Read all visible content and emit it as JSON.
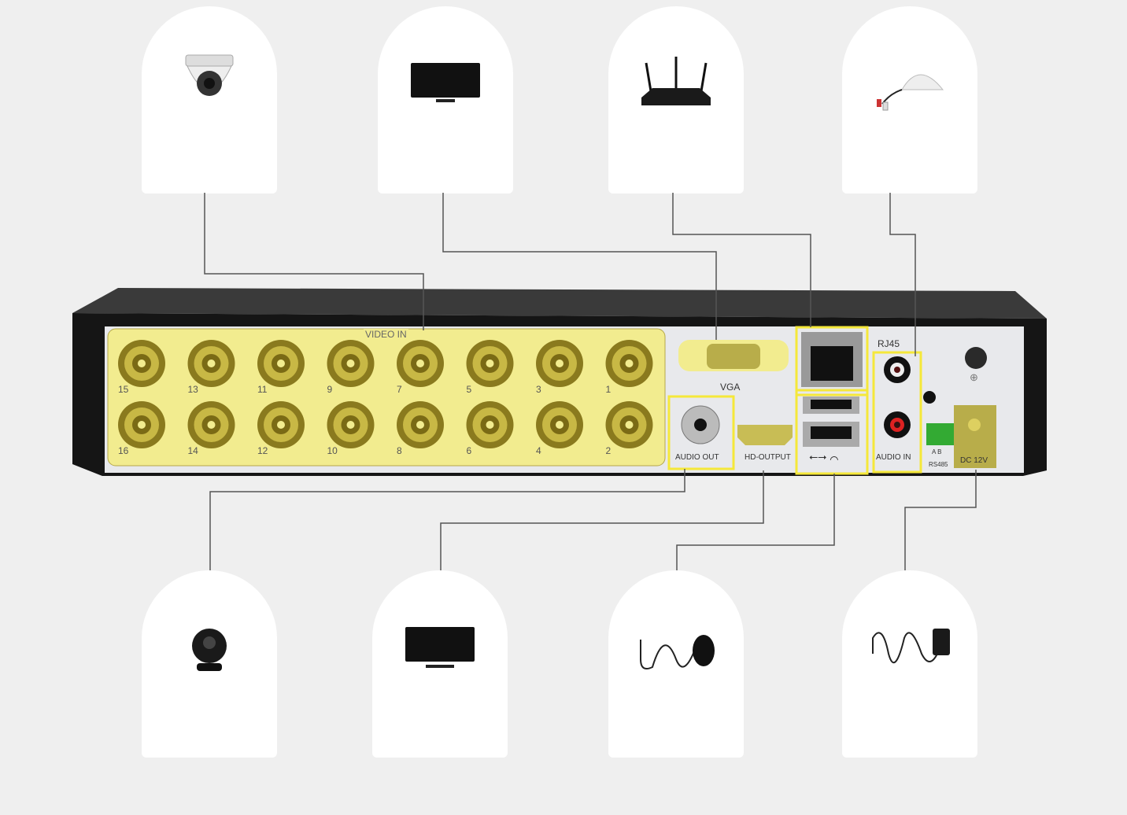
{
  "panel": {
    "video_in_label": "VIDEO IN",
    "video_in_top_row": [
      "15",
      "13",
      "11",
      "9",
      "7",
      "5",
      "3",
      "1"
    ],
    "video_in_bottom_row": [
      "16",
      "14",
      "12",
      "10",
      "8",
      "6",
      "4",
      "2"
    ],
    "vga_label": "VGA",
    "rj45_label": "RJ45",
    "audio_out_label": "AUDIO OUT",
    "hd_output_label": "HD-OUTPUT",
    "audio_in_label": "AUDIO IN",
    "rs485_pins": "A  B",
    "rs485_label": "RS485",
    "dc_label": "DC 12V"
  },
  "devices_top": [
    "dome-camera",
    "monitor",
    "router",
    "microphone"
  ],
  "devices_bottom": [
    "speaker",
    "monitor",
    "mouse",
    "power-adapter"
  ],
  "colors": {
    "highlight": "#f2ec8f",
    "outline": "#f5e83a",
    "line": "#555555"
  }
}
